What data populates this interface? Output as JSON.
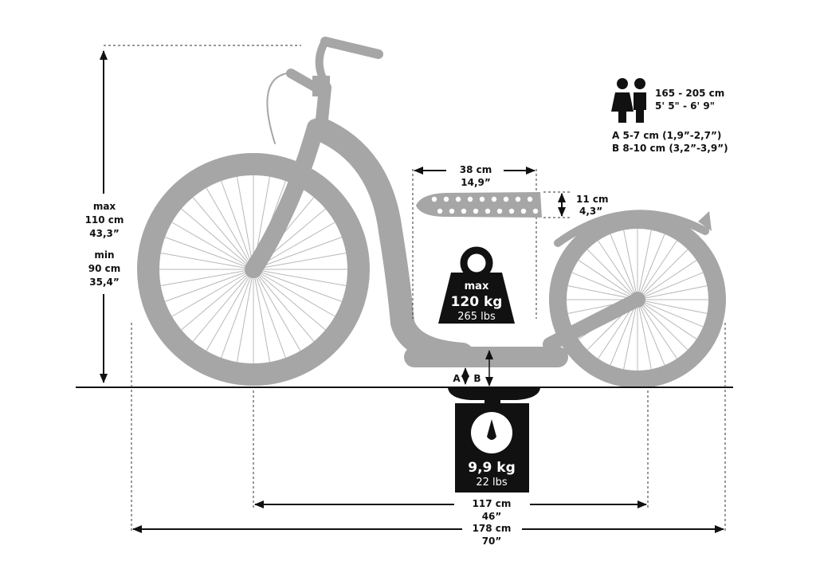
{
  "colors": {
    "scooter": "#a6a6a6",
    "ink": "#111111",
    "weight_fill": "#111111"
  },
  "dimensions": {
    "height_max_word": "max",
    "height_max_cm": "110 cm",
    "height_max_in": "43,3”",
    "height_min_word": "min",
    "height_min_cm": "90 cm",
    "height_min_in": "35,4”",
    "deck_length_cm": "38 cm",
    "deck_length_in": "14,9”",
    "deck_width_cm": "11 cm",
    "deck_width_in": "4,3”",
    "wheelbase_cm": "117 cm",
    "wheelbase_in": "46”",
    "total_length_cm": "178 cm",
    "total_length_in": "70”"
  },
  "rider": {
    "icon": "people-icon",
    "height_cm": "165 - 205 cm",
    "height_ft": "5' 5\" - 6' 9\""
  },
  "clearance": {
    "a_letter": "A",
    "b_letter": "B",
    "a_line": "A 5-7 cm (1,9”-2,7”)",
    "b_line": "B 8-10 cm (3,2”-3,9”)"
  },
  "max_load": {
    "icon": "weight-icon",
    "label": "max",
    "kg": "120 kg",
    "lbs": "265 lbs"
  },
  "scooter_weight": {
    "icon": "scale-icon",
    "kg": "9,9 kg",
    "lbs": "22 lbs"
  }
}
